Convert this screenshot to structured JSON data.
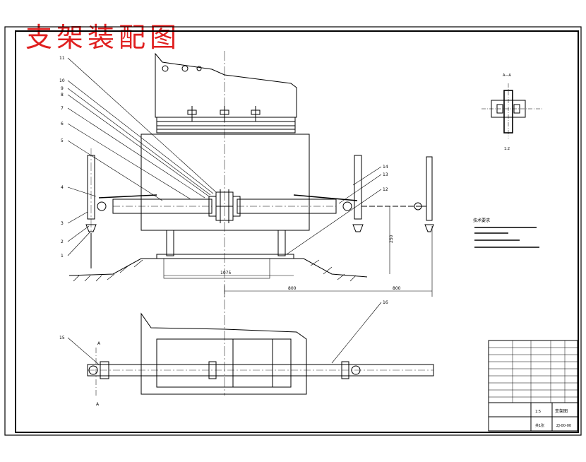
{
  "title": "支架装配图",
  "balloons": [
    "11",
    "10",
    "9",
    "8",
    "7",
    "6",
    "5",
    "4",
    "3",
    "2",
    "1",
    "14",
    "13",
    "12",
    "15",
    "16"
  ],
  "section_label_top": "A—A",
  "section_label_bottom": "1:2",
  "view_marker_top": "A",
  "view_marker_bottom": "A",
  "dimensions": {
    "height": "250",
    "span_left": "800",
    "span_right": "800",
    "base": "1075"
  },
  "notes_heading": "技术要求",
  "title_block": {
    "drawing_name": "支架图",
    "drawing_number": "ZJ-00-00",
    "scale": "1:5",
    "sheet": "共1张"
  },
  "colors": {
    "title": "#e02020",
    "line": "#000000",
    "background": "#ffffff"
  }
}
